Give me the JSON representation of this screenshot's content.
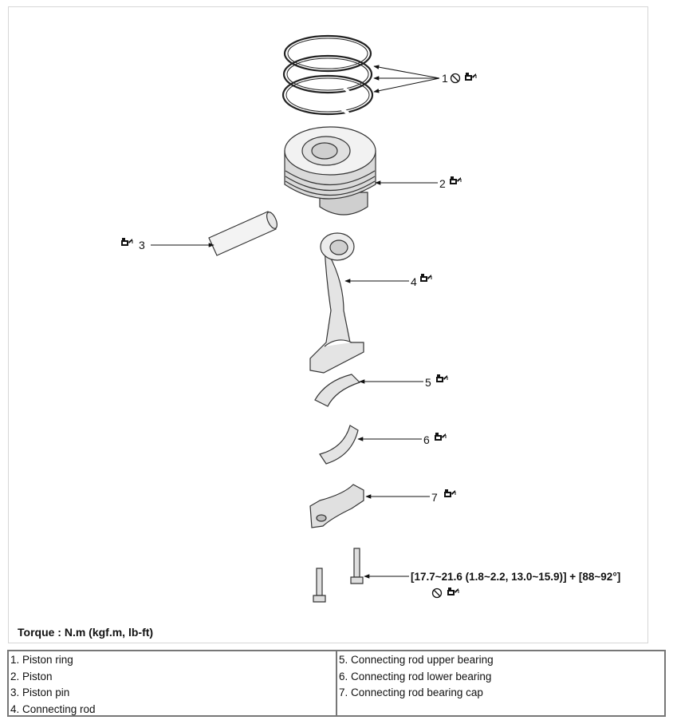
{
  "callouts": {
    "c1": "1",
    "c2": "2",
    "c3": "3",
    "c4": "4",
    "c5": "5",
    "c6": "6",
    "c7": "7"
  },
  "torque_spec": "[17.7~21.6 (1.8~2.2, 13.0~15.9)] + [88~92°]",
  "torque_unit_label": "Torque : N.m (kgf.m, lb-ft)",
  "legend": {
    "left": [
      "1. Piston ring",
      "2. Piston",
      "3. Piston pin",
      "4. Connecting rod"
    ],
    "right": [
      "5. Connecting rod upper bearing",
      "6. Connecting rod lower bearing",
      "7. Connecting rod bearing cap"
    ]
  },
  "icons": [
    "do-not-reuse-icon",
    "oil-can-icon"
  ]
}
